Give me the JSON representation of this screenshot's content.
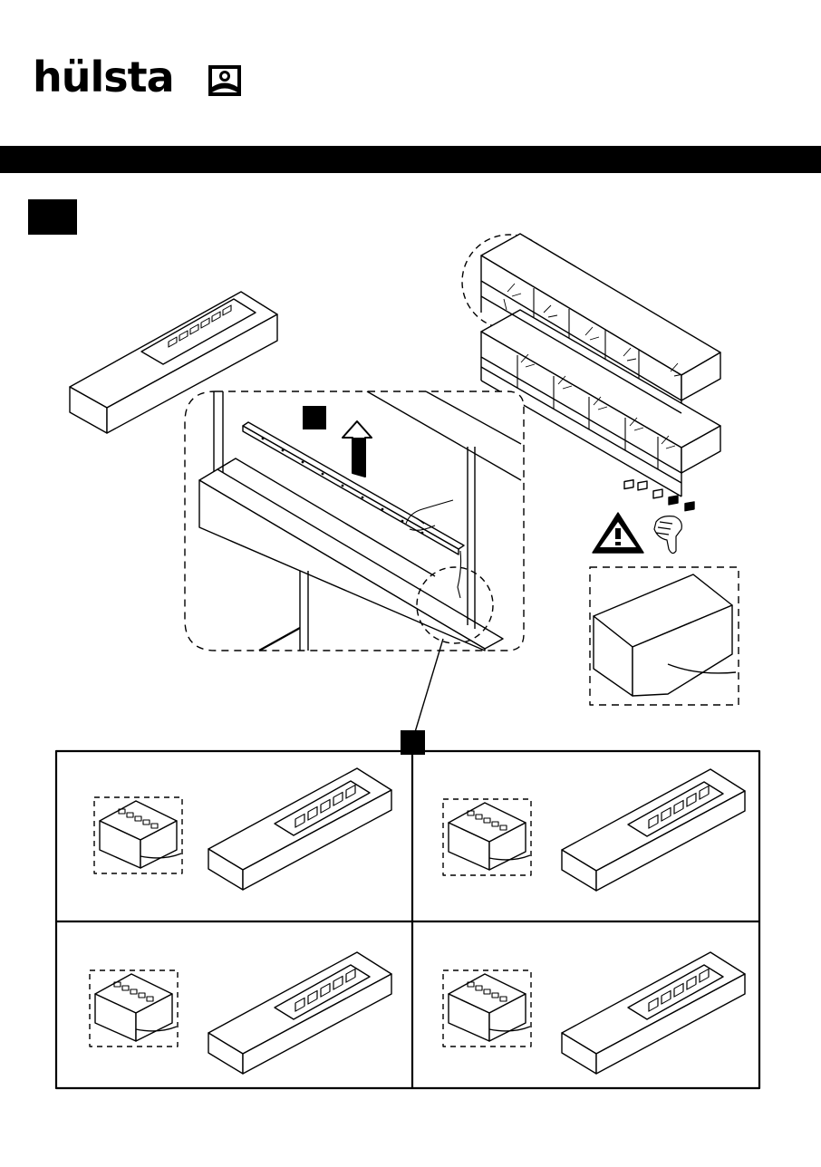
{
  "brand": {
    "name": "hülsta"
  },
  "colors": {
    "ink": "#000000",
    "paper": "#ffffff"
  },
  "icons": {
    "logo": "hulsta-emblem-icon",
    "warning": "warning-triangle-icon",
    "thumbs_down": "thumbs-down-icon",
    "arrow": "arrow-up-icon"
  },
  "panel_grid": {
    "rows": 2,
    "cols": 2,
    "switches_per_remote": 5
  }
}
